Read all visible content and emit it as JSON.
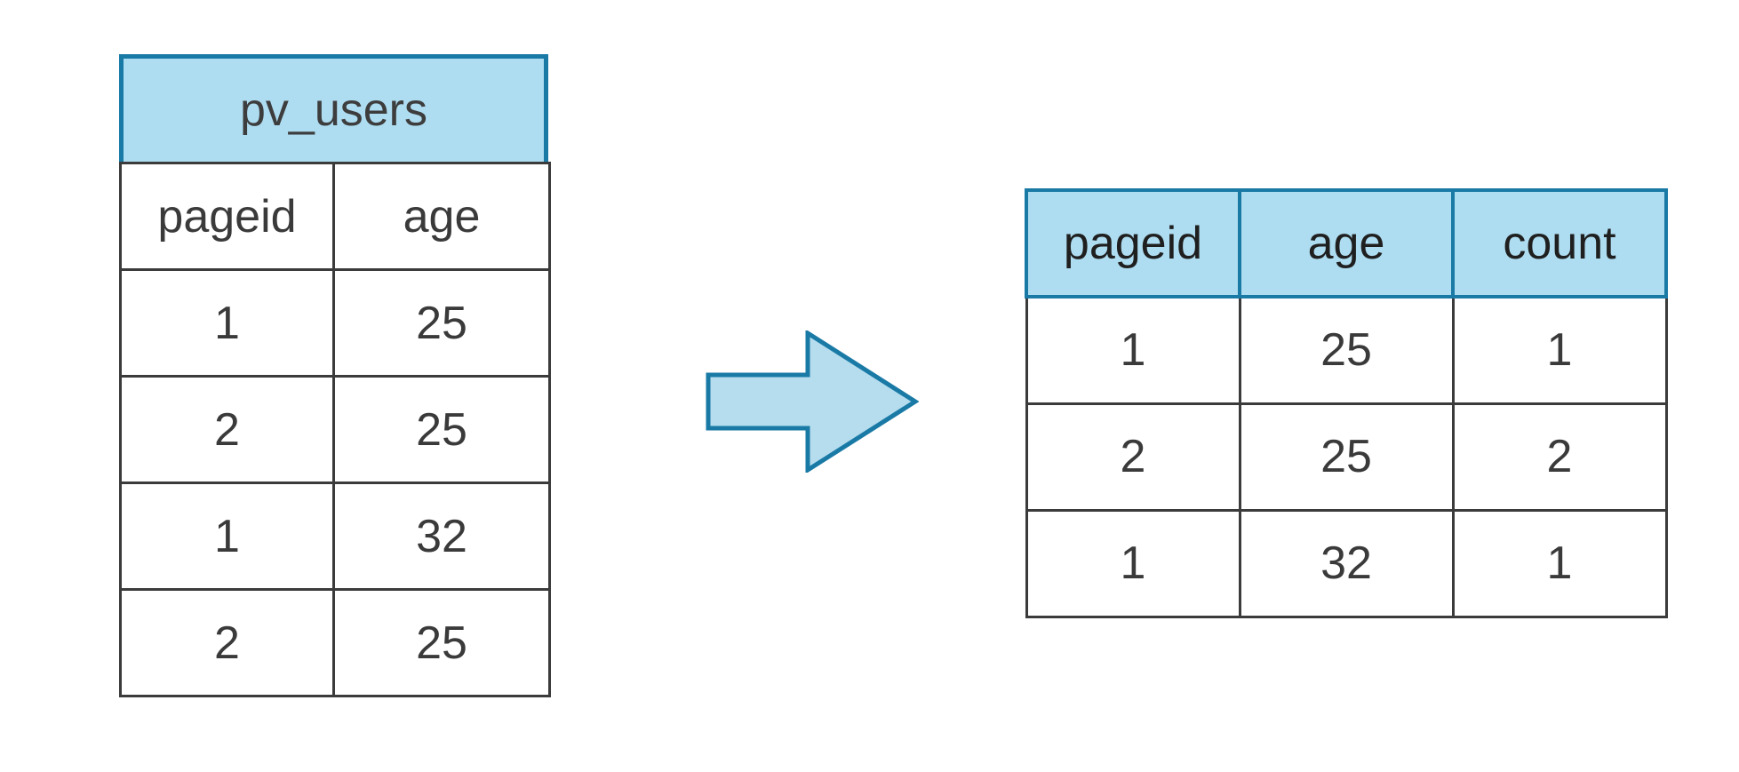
{
  "left_table": {
    "title": "pv_users",
    "columns": [
      "pageid",
      "age"
    ],
    "rows": [
      [
        "1",
        "25"
      ],
      [
        "2",
        "25"
      ],
      [
        "1",
        "32"
      ],
      [
        "2",
        "25"
      ]
    ]
  },
  "arrow": {
    "icon": "right-arrow"
  },
  "right_table": {
    "columns": [
      "pageid",
      "age",
      "count"
    ],
    "rows": [
      [
        "1",
        "25",
        "1"
      ],
      [
        "2",
        "25",
        "2"
      ],
      [
        "1",
        "32",
        "1"
      ]
    ]
  },
  "colors": {
    "header_fill": "#aedcf0",
    "arrow_fill": "#b6ddee",
    "teal_border": "#1a7aa6",
    "dark_border": "#3b3b3b",
    "text": "#3a3a3a",
    "background": "#ffffff"
  }
}
